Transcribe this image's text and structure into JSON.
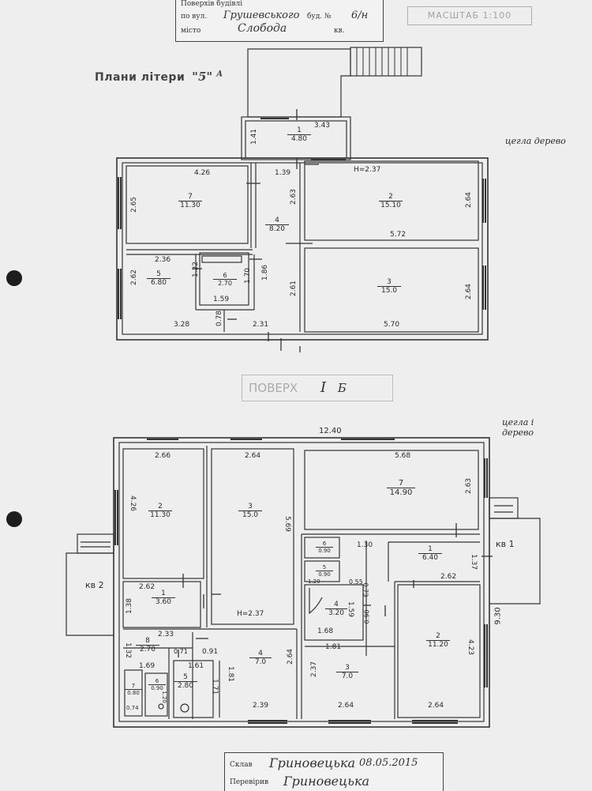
{
  "header_stamp": {
    "line1": "Поверхів будівлі",
    "line2_prefix": "по вул.",
    "street": "Грушевського",
    "house_label": "буд. №",
    "house_no": "6/н",
    "line3_prefix": "місто",
    "city": "Слобода",
    "apt_label": "кв."
  },
  "scale_stamp": "МАСШТАБ 1:100",
  "floor_plan_title": "Плани літери",
  "letter": "\"5\"",
  "letter_suffix": "А",
  "floor_stamp": "ПОВЕРХ",
  "floor_no": "I",
  "floor_letter": "Б",
  "material_note_1": "цегла дерево",
  "material_note_2": "цегла і дерево",
  "plan1": {
    "rooms": [
      {
        "num": "1",
        "area": "4.80"
      },
      {
        "num": "7",
        "area": "11.30"
      },
      {
        "num": "2",
        "area": "15.10"
      },
      {
        "num": "4",
        "area": "8.20"
      },
      {
        "num": "5",
        "area": "6.80"
      },
      {
        "num": "6",
        "area": "2.70"
      },
      {
        "num": "3",
        "area": "15.0"
      }
    ],
    "dims": [
      "3.43",
      "1.41",
      "4.26",
      "1.39",
      "H=2.37",
      "2.65",
      "2.63",
      "2.64",
      "5.72",
      "2.36",
      "1.22",
      "1.86",
      "1.70",
      "1.59",
      "2.62",
      "2.61",
      "2.64",
      "0.78",
      "3.28",
      "2.31",
      "5.70"
    ]
  },
  "plan2": {
    "rooms": [
      {
        "num": "2",
        "area": "11.30"
      },
      {
        "num": "3",
        "area": "15.0"
      },
      {
        "num": "7",
        "area": "14.90"
      },
      {
        "num": "1",
        "area": "3.60"
      },
      {
        "num": "6",
        "area": "0.90"
      },
      {
        "num": "5",
        "area": "0.90"
      },
      {
        "num": "1",
        "area": "6.40"
      },
      {
        "num": "4",
        "area": "3.20"
      },
      {
        "num": "2",
        "area": "11.20"
      },
      {
        "num": "8",
        "area": "2.70"
      },
      {
        "num": "4",
        "area": "7.0"
      },
      {
        "num": "3",
        "area": "7.0"
      },
      {
        "num": "5",
        "area": "2.80"
      },
      {
        "num": "7",
        "area": "0.80"
      },
      {
        "num": "6",
        "area": "0.90"
      }
    ],
    "dims": [
      "12.40",
      "2.66",
      "2.64",
      "5.68",
      "4.26",
      "2.63",
      "5.69",
      "1.30",
      "1.37",
      "2.62",
      "2.62",
      "0.55",
      "1.38",
      "H=2.37",
      "0.73",
      "1.59",
      "1.68",
      "0.90",
      "2.33",
      "1.81",
      "1.32",
      "0.71",
      "0.91",
      "1.61",
      "1.69",
      "1.81",
      "2.64",
      "1.71",
      "2.37",
      "4.23",
      "9.30",
      "2.39",
      "2.64",
      "2.64",
      "1.20",
      "1.20",
      "0.74"
    ],
    "flats": [
      "кв 1",
      "кв 2"
    ]
  },
  "footer_stamp": {
    "label1": "Склав",
    "name1": "Гриновецька",
    "date": "08.05.2015",
    "label2": "Перевірив",
    "name2": "Гриновецька"
  }
}
